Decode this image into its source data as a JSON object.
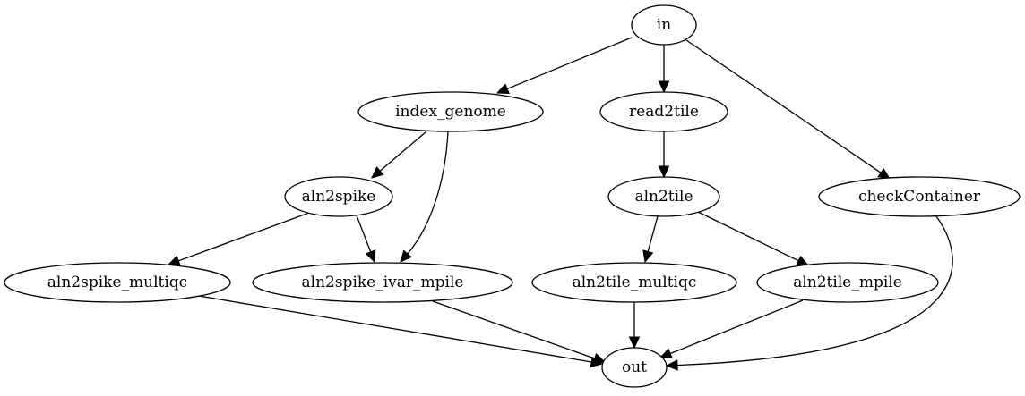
{
  "graph": {
    "nodes": [
      {
        "id": "in",
        "label": "in"
      },
      {
        "id": "index_genome",
        "label": "index_genome"
      },
      {
        "id": "read2tile",
        "label": "read2tile"
      },
      {
        "id": "aln2spike",
        "label": "aln2spike"
      },
      {
        "id": "aln2tile",
        "label": "aln2tile"
      },
      {
        "id": "checkContainer",
        "label": "checkContainer"
      },
      {
        "id": "aln2spike_multiqc",
        "label": "aln2spike_multiqc"
      },
      {
        "id": "aln2spike_ivar_mpile",
        "label": "aln2spike_ivar_mpile"
      },
      {
        "id": "aln2tile_multiqc",
        "label": "aln2tile_multiqc"
      },
      {
        "id": "aln2tile_mpile",
        "label": "aln2tile_mpile"
      },
      {
        "id": "out",
        "label": "out"
      }
    ],
    "edges": [
      {
        "from": "in",
        "to": "index_genome"
      },
      {
        "from": "in",
        "to": "read2tile"
      },
      {
        "from": "in",
        "to": "checkContainer"
      },
      {
        "from": "index_genome",
        "to": "aln2spike"
      },
      {
        "from": "index_genome",
        "to": "aln2spike_ivar_mpile"
      },
      {
        "from": "read2tile",
        "to": "aln2tile"
      },
      {
        "from": "aln2spike",
        "to": "aln2spike_multiqc"
      },
      {
        "from": "aln2spike",
        "to": "aln2spike_ivar_mpile"
      },
      {
        "from": "aln2tile",
        "to": "aln2tile_multiqc"
      },
      {
        "from": "aln2tile",
        "to": "aln2tile_mpile"
      },
      {
        "from": "aln2spike_multiqc",
        "to": "out"
      },
      {
        "from": "aln2spike_ivar_mpile",
        "to": "out"
      },
      {
        "from": "aln2tile_multiqc",
        "to": "out"
      },
      {
        "from": "aln2tile_mpile",
        "to": "out"
      },
      {
        "from": "checkContainer",
        "to": "out"
      }
    ]
  }
}
